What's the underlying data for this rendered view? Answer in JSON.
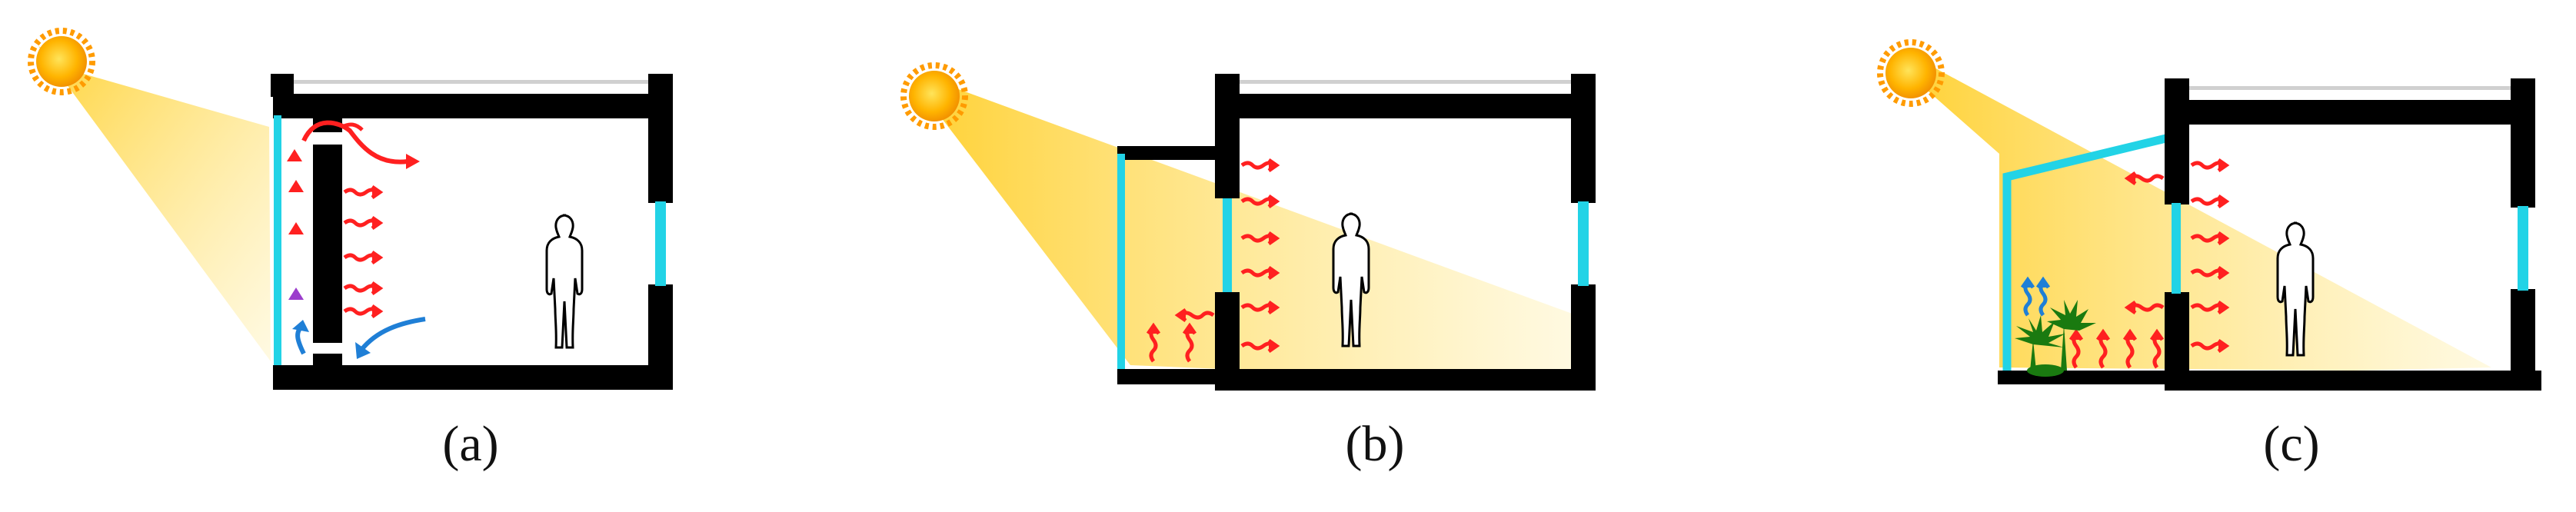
{
  "figure": {
    "panels": [
      {
        "id": "a",
        "caption": "(a)",
        "system": "trombe-wall"
      },
      {
        "id": "b",
        "caption": "(b)",
        "system": "attached-sunspace"
      },
      {
        "id": "c",
        "caption": "(c)",
        "system": "greenhouse-sunspace"
      }
    ]
  },
  "colors": {
    "wall": "#000000",
    "glazing": "#22d3e6",
    "sunlight": "#ffd23d",
    "sun": "#ffb300",
    "heat": "#ff2020",
    "cool_air": "#1f7fd6",
    "buoyant_air": "#9b3dcc",
    "plant": "#1a7a10"
  },
  "icons": [
    "sun-icon",
    "person-icon",
    "heat-arrow-icon",
    "air-flow-arrow-icon",
    "plant-icon",
    "evaporation-icon"
  ]
}
